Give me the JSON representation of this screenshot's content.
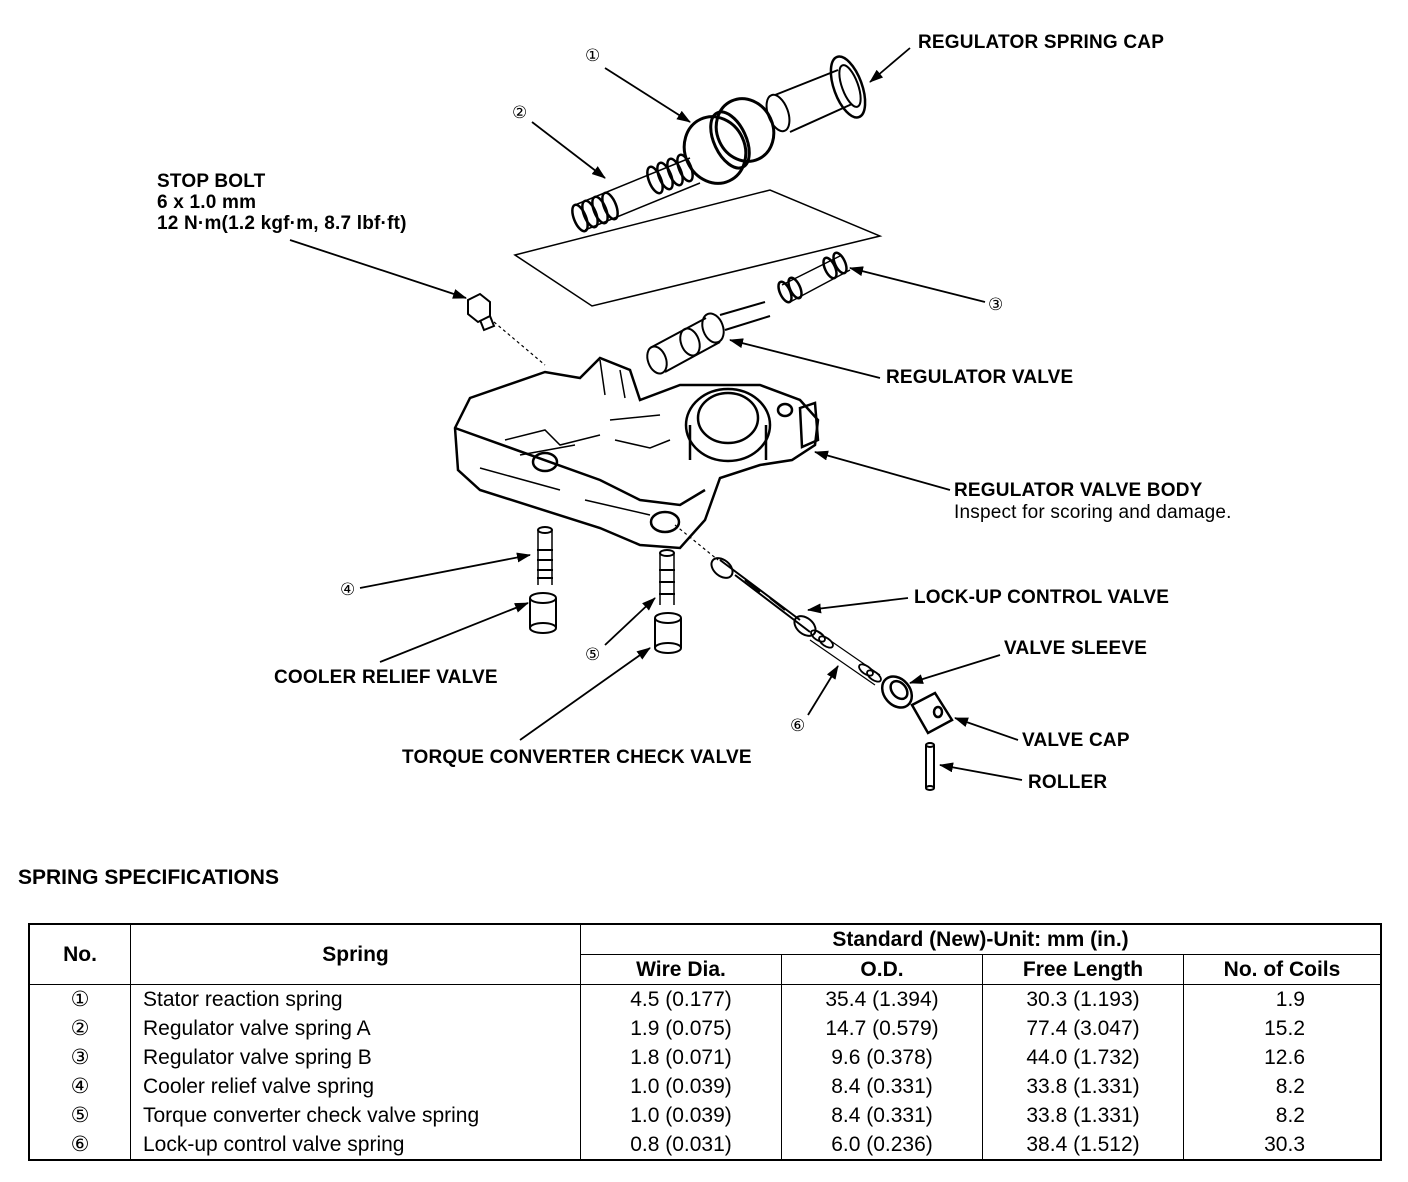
{
  "labels": {
    "regulator_spring_cap": "REGULATOR SPRING CAP",
    "stop_bolt": "STOP BOLT",
    "stop_bolt_size": "6 x 1.0 mm",
    "stop_bolt_torque": "12 N·m(1.2 kgf·m, 8.7 lbf·ft)",
    "regulator_valve": "REGULATOR VALVE",
    "regulator_valve_body": "REGULATOR VALVE BODY",
    "regulator_valve_body_note": "Inspect for scoring and damage.",
    "lockup_control_valve": "LOCK-UP CONTROL VALVE",
    "valve_sleeve": "VALVE SLEEVE",
    "valve_cap": "VALVE CAP",
    "roller": "ROLLER",
    "cooler_relief_valve": "COOLER RELIEF VALVE",
    "torque_converter_check_valve": "TORQUE CONVERTER CHECK VALVE"
  },
  "callouts": [
    "①",
    "②",
    "③",
    "④",
    "⑤",
    "⑥"
  ],
  "spec": {
    "title": "SPRING SPECIFICATIONS",
    "col_no": "No.",
    "col_spring": "Spring",
    "group_header": "Standard (New)-Unit: mm (in.)",
    "col_wire": "Wire Dia.",
    "col_od": "O.D.",
    "col_free": "Free Length",
    "col_coils": "No. of Coils",
    "rows": [
      {
        "no": "①",
        "name": "Stator reaction spring",
        "wire": "4.5 (0.177)",
        "od": "35.4 (1.394)",
        "free": "30.3 (1.193)",
        "coils": "1.9"
      },
      {
        "no": "②",
        "name": "Regulator valve spring A",
        "wire": "1.9 (0.075)",
        "od": "14.7 (0.579)",
        "free": "77.4 (3.047)",
        "coils": "15.2"
      },
      {
        "no": "③",
        "name": "Regulator valve spring B",
        "wire": "1.8 (0.071)",
        "od": "9.6 (0.378)",
        "free": "44.0 (1.732)",
        "coils": "12.6"
      },
      {
        "no": "④",
        "name": "Cooler relief valve spring",
        "wire": "1.0 (0.039)",
        "od": "8.4 (0.331)",
        "free": "33.8 (1.331)",
        "coils": "8.2"
      },
      {
        "no": "⑤",
        "name": "Torque converter check valve spring",
        "wire": "1.0 (0.039)",
        "od": "8.4 (0.331)",
        "free": "33.8 (1.331)",
        "coils": "8.2"
      },
      {
        "no": "⑥",
        "name": "Lock-up control valve spring",
        "wire": "0.8 (0.031)",
        "od": "6.0 (0.236)",
        "free": "38.4 (1.512)",
        "coils": "30.3"
      }
    ]
  }
}
